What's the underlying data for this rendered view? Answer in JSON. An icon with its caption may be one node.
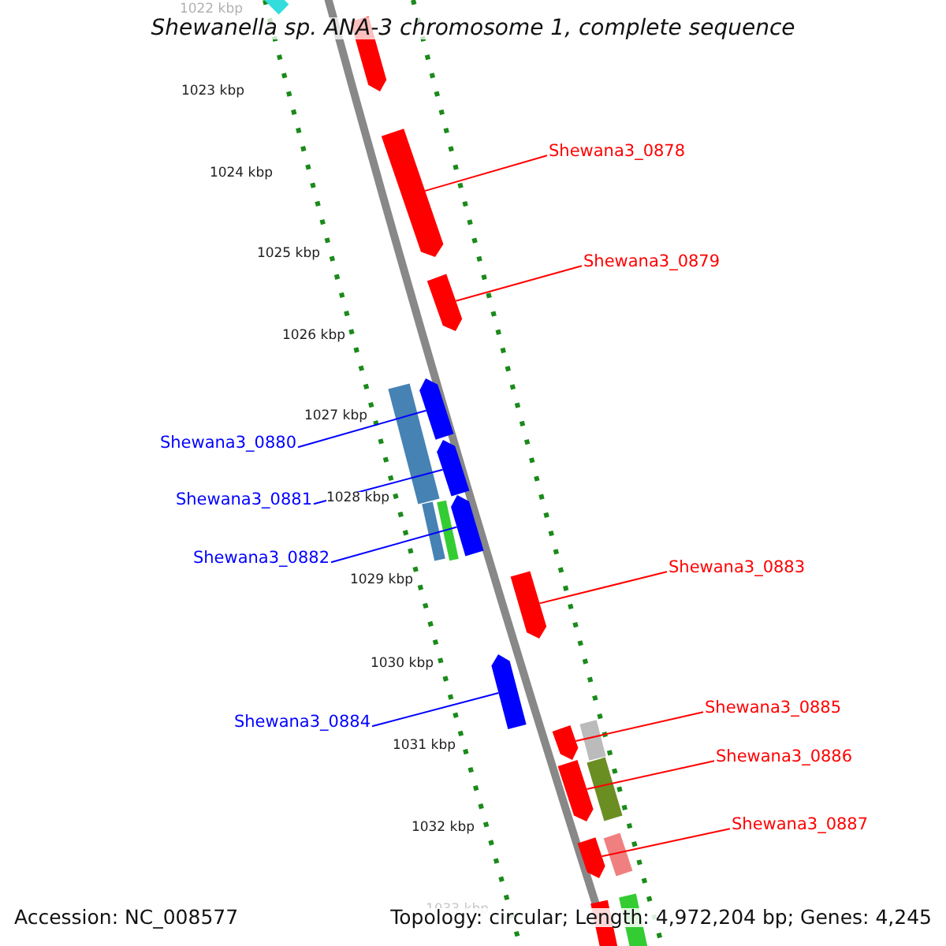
{
  "diagram": {
    "title": "Shewanella sp. ANA-3 chromosome 1, complete sequence",
    "nodes": [
      {
        "text": [
          "Shewana3_0878"
        ]
      },
      {
        "text": [
          "Shewana3_0879"
        ]
      },
      {
        "text": [
          "Shewana3_0880"
        ]
      },
      {
        "text": [
          "Shewana3_0881"
        ]
      },
      {
        "text": [
          "Shewana3_0882"
        ]
      },
      {
        "text": [
          "Shewana3_0883"
        ]
      },
      {
        "text": [
          "Shewana3_0884"
        ]
      },
      {
        "text": [
          "Shewana3_0885"
        ]
      },
      {
        "text": [
          "Shewana3_0886"
        ]
      },
      {
        "text": [
          "Shewana3_0887"
        ]
      },
      {
        "text": [],
        "shape": "bar"
      },
      {
        "text": [],
        "shape": "bar"
      },
      {
        "text": [],
        "shape": "bar"
      },
      {
        "text": [],
        "shape": "bar"
      },
      {
        "text": [],
        "shape": "bar"
      },
      {
        "text": [],
        "shape": "bar"
      },
      {
        "text": [],
        "shape": "bar"
      },
      {
        "text": [],
        "shape": "bar"
      },
      {
        "text": [],
        "shape": "bar"
      },
      {
        "text": [],
        "shape": "bar"
      },
      {
        "text": [],
        "shape": "bar"
      },
      {
        "text": [],
        "shape": "bar"
      },
      {
        "text": [],
        "shape": "bar"
      },
      {
        "text": [],
        "shape": "bar"
      },
      {
        "text": [],
        "shape": "bar"
      },
      {
        "text": [],
        "shape": "bar"
      },
      {
        "text": [],
        "shape": "bar"
      },
      {
        "text": [],
        "shape": "bar"
      },
      {
        "text": [],
        "shape": "bar"
      },
      {
        "text": [],
        "shape": "bar"
      }
    ],
    "edges": [
      {
        "from": 0,
        "to": 12,
        "arrow": "none"
      },
      {
        "from": 1,
        "to": 13,
        "arrow": "none"
      },
      {
        "from": 2,
        "to": 14,
        "arrow": "none",
        "color": "#0000ff"
      },
      {
        "from": 3,
        "to": 16,
        "arrow": "none",
        "color": "#0000ff"
      },
      {
        "from": 4,
        "to": 17,
        "arrow": "none",
        "color": "#0000ff"
      },
      {
        "from": 5,
        "to": 20,
        "arrow": "none"
      },
      {
        "from": 6,
        "to": 21,
        "arrow": "none",
        "color": "#0000ff"
      },
      {
        "from": 7,
        "to": 23,
        "arrow": "none"
      },
      {
        "from": 8,
        "to": 25,
        "arrow": "none"
      },
      {
        "from": 9,
        "to": 27,
        "arrow": "none"
      }
    ],
    "labels": [
      "1022 kbp",
      "1023 kbp",
      "1024 kbp",
      "1025 kbp",
      "1026 kbp",
      "1027 kbp",
      "1028 kbp",
      "1029 kbp",
      "1030 kbp",
      "1031 kbp",
      "1032 kbp",
      "1033 kbp",
      "Accession: NC_008577",
      "Topology: circular; Length: 4,972,204 bp; Genes: 4,245"
    ]
  }
}
